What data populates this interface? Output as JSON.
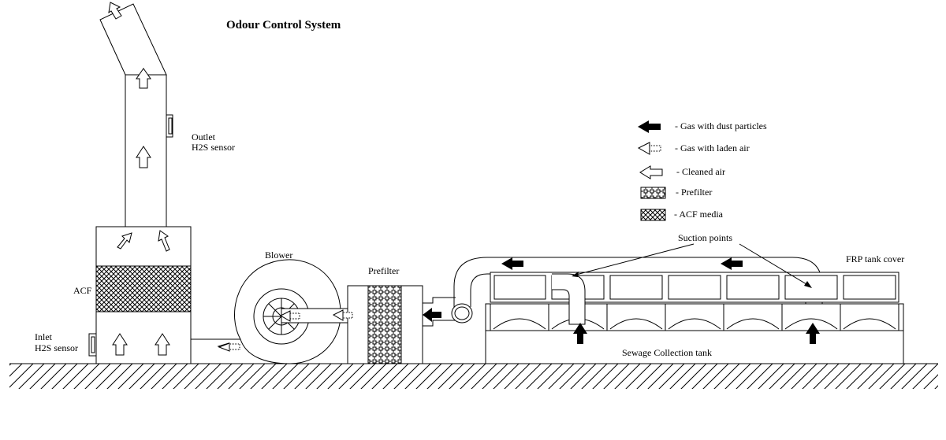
{
  "title": "Odour Control System",
  "labels": {
    "outlet_sensor_line1": "Outlet",
    "outlet_sensor_line2": "H2S sensor",
    "acf": "ACF",
    "inlet_sensor_line1": "Inlet",
    "inlet_sensor_line2": "H2S sensor",
    "blower": "Blower",
    "prefilter": "Prefilter",
    "suction_points": "Suction points",
    "frp_tank_cover": "FRP tank cover",
    "sewage_collection_tank": "Sewage Collection tank"
  },
  "legend": [
    {
      "icon": "arrow-black",
      "label": "- Gas with dust particles"
    },
    {
      "icon": "arrow-dotted",
      "label": "- Gas with laden air"
    },
    {
      "icon": "arrow-hollow",
      "label": "- Cleaned air"
    },
    {
      "icon": "prefilter-swatch",
      "label": "- Prefilter"
    },
    {
      "icon": "acf-swatch",
      "label": "- ACF media"
    }
  ]
}
